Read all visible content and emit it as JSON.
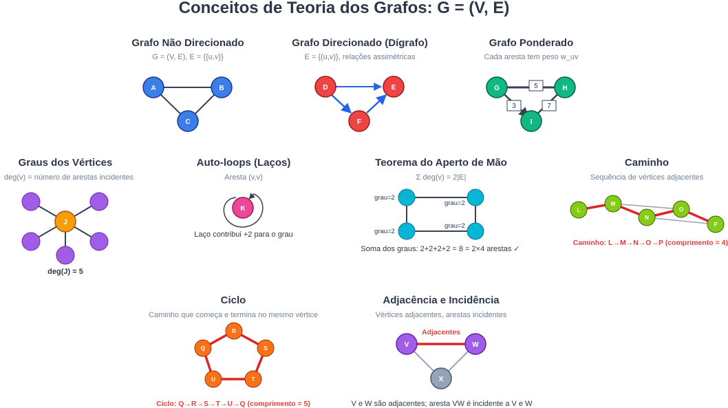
{
  "title": "Conceitos de Teoria dos Grafos: G = (V, E)",
  "colors": {
    "blue": "#3b7de9",
    "red": "#ef4444",
    "green": "#10b981",
    "purple": "#a05ee8",
    "orange": "#f59e0b",
    "pink": "#ec4899",
    "cyan": "#06b6d4",
    "lime": "#84cc16",
    "deep_orange": "#f97316",
    "gray": "#94a3b8",
    "edge": "#374151",
    "highlight": "#dc2626",
    "arrow_blue": "#2563eb"
  },
  "panels": {
    "undirected": {
      "title": "Grafo Não Direcionado",
      "subtitle": "G = (V, E), E = {{u,v}}",
      "nodes": {
        "a": "A",
        "b": "B",
        "c": "C"
      }
    },
    "directed": {
      "title": "Grafo Direcionado (Dígrafo)",
      "subtitle": "E = {(u,v)}, relações assimétricas",
      "nodes": {
        "d": "D",
        "e": "E",
        "f": "F"
      }
    },
    "weighted": {
      "title": "Grafo Ponderado",
      "subtitle": "Cada aresta tem peso w_uv",
      "nodes": {
        "g": "G",
        "h": "H",
        "i": "I"
      },
      "weights": {
        "gh": "5",
        "gi": "3",
        "hi": "7"
      }
    },
    "degree": {
      "title": "Graus dos Vértices",
      "subtitle": "deg(v) = número de arestas incidentes",
      "center": "J",
      "caption": "deg(J) = 5"
    },
    "loops": {
      "title": "Auto-loops (Laços)",
      "subtitle": "Aresta (v,v)",
      "node": "K",
      "caption": "Laço contribui +2 para o grau"
    },
    "handshake": {
      "title": "Teorema do Aperto de Mão",
      "subtitle": "Σ deg(v) = 2|E|",
      "degree_label": "grau=2",
      "caption": "Soma dos graus: 2+2+2+2 = 8 = 2×4 arestas ✓"
    },
    "path": {
      "title": "Caminho",
      "subtitle": "Sequência de vértices adjacentes",
      "nodes": {
        "l": "L",
        "m": "M",
        "n": "N",
        "o": "O",
        "p": "P"
      },
      "caption": "Caminho: L→M→N→O→P (comprimento = 4)"
    },
    "cycle": {
      "title": "Ciclo",
      "subtitle": "Caminho que começa e termina no mesmo vértice",
      "nodes": {
        "q": "Q",
        "r": "R",
        "s": "S",
        "t": "T",
        "u": "U"
      },
      "caption": "Ciclo: Q→R→S→T→U→Q (comprimento = 5)"
    },
    "adjacency": {
      "title": "Adjacência e Incidência",
      "subtitle": "Vértices adjacentes, arestas incidentes",
      "edge_label": "Adjacentes",
      "nodes": {
        "v": "V",
        "w": "W",
        "x": "X"
      },
      "caption": "V e W são adjacentes; aresta VW é incidente a V e W"
    }
  }
}
